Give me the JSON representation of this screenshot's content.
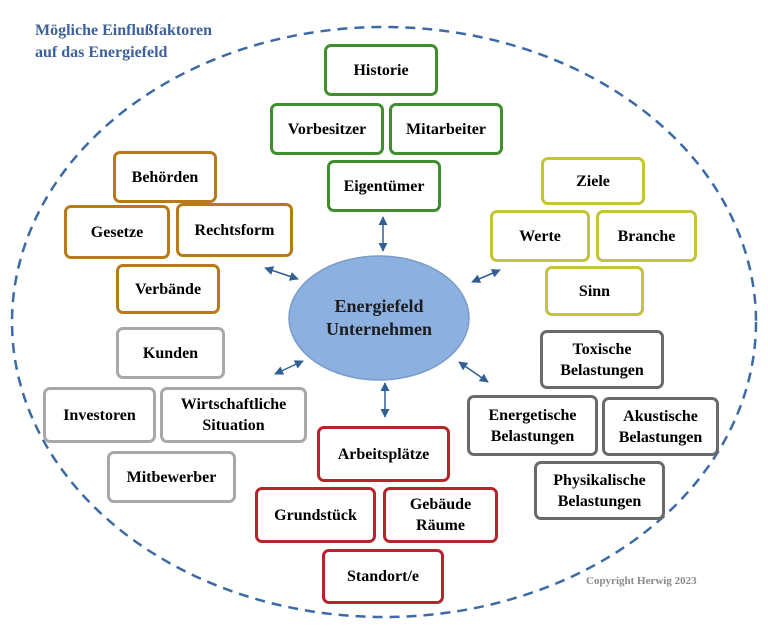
{
  "title": "Mögliche Einflußfaktoren\nauf das Energiefeld",
  "center_label": "Energiefeld\nUnternehmen",
  "copyright": "Copyright Herwig 2023",
  "colors": {
    "center_fill": "#8cb0e0",
    "ellipse_dash": "#3b6aa5",
    "arrow": "#2f5f95",
    "green": "#3f8f2f",
    "orange": "#b87a18",
    "yellow": "#c2c43a",
    "light_gray": "#a8a8a8",
    "red": "#b5262b",
    "dark_gray": "#6a6a6a"
  },
  "groups": {
    "history": {
      "historie": "Historie",
      "vorbesitzer": "Vorbesitzer",
      "mitarbeiter": "Mitarbeiter",
      "eigentuemer": "Eigentümer"
    },
    "authorities": {
      "behoerden": "Behörden",
      "gesetze": "Gesetze",
      "rechtsform": "Rechtsform",
      "verbaende": "Verbände"
    },
    "goals": {
      "ziele": "Ziele",
      "werte": "Werte",
      "branche": "Branche",
      "sinn": "Sinn"
    },
    "market": {
      "kunden": "Kunden",
      "investoren": "Investoren",
      "wirtschaft": "Wirtschaftliche\nSituation",
      "mitbewerber": "Mitbewerber"
    },
    "location": {
      "arbeitsplaetze": "Arbeitsplätze",
      "grundstueck": "Grundstück",
      "gebaeude": "Gebäude\nRäume",
      "standort": "Standort/e"
    },
    "burdens": {
      "toxisch": "Toxische\nBelastungen",
      "energetisch": "Energetische\nBelastungen",
      "akustisch": "Akustische\nBelastungen",
      "physikalisch": "Physikalische\nBelastungen"
    }
  }
}
